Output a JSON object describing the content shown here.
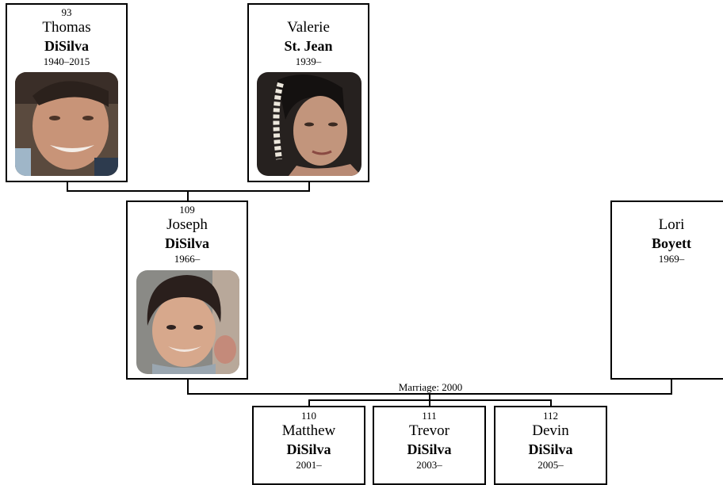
{
  "people": {
    "thomas": {
      "number": "93",
      "first": "Thomas",
      "last": "DiSilva",
      "years": "1940–2015"
    },
    "valerie": {
      "number": "",
      "first": "Valerie",
      "last": "St. Jean",
      "years": "1939–"
    },
    "joseph": {
      "number": "109",
      "first": "Joseph",
      "last": "DiSilva",
      "years": "1966–"
    },
    "lori": {
      "number": "",
      "first": "Lori",
      "last": "Boyett",
      "years": "1969–"
    },
    "matthew": {
      "number": "110",
      "first": "Matthew",
      "last": "DiSilva",
      "years": "2001–"
    },
    "trevor": {
      "number": "111",
      "first": "Trevor",
      "last": "DiSilva",
      "years": "2003–"
    },
    "devin": {
      "number": "112",
      "first": "Devin",
      "last": "DiSilva",
      "years": "2005–"
    }
  },
  "marriage": {
    "label": "Marriage: 2000"
  },
  "colors": {
    "border": "#000000",
    "background": "#ffffff"
  }
}
